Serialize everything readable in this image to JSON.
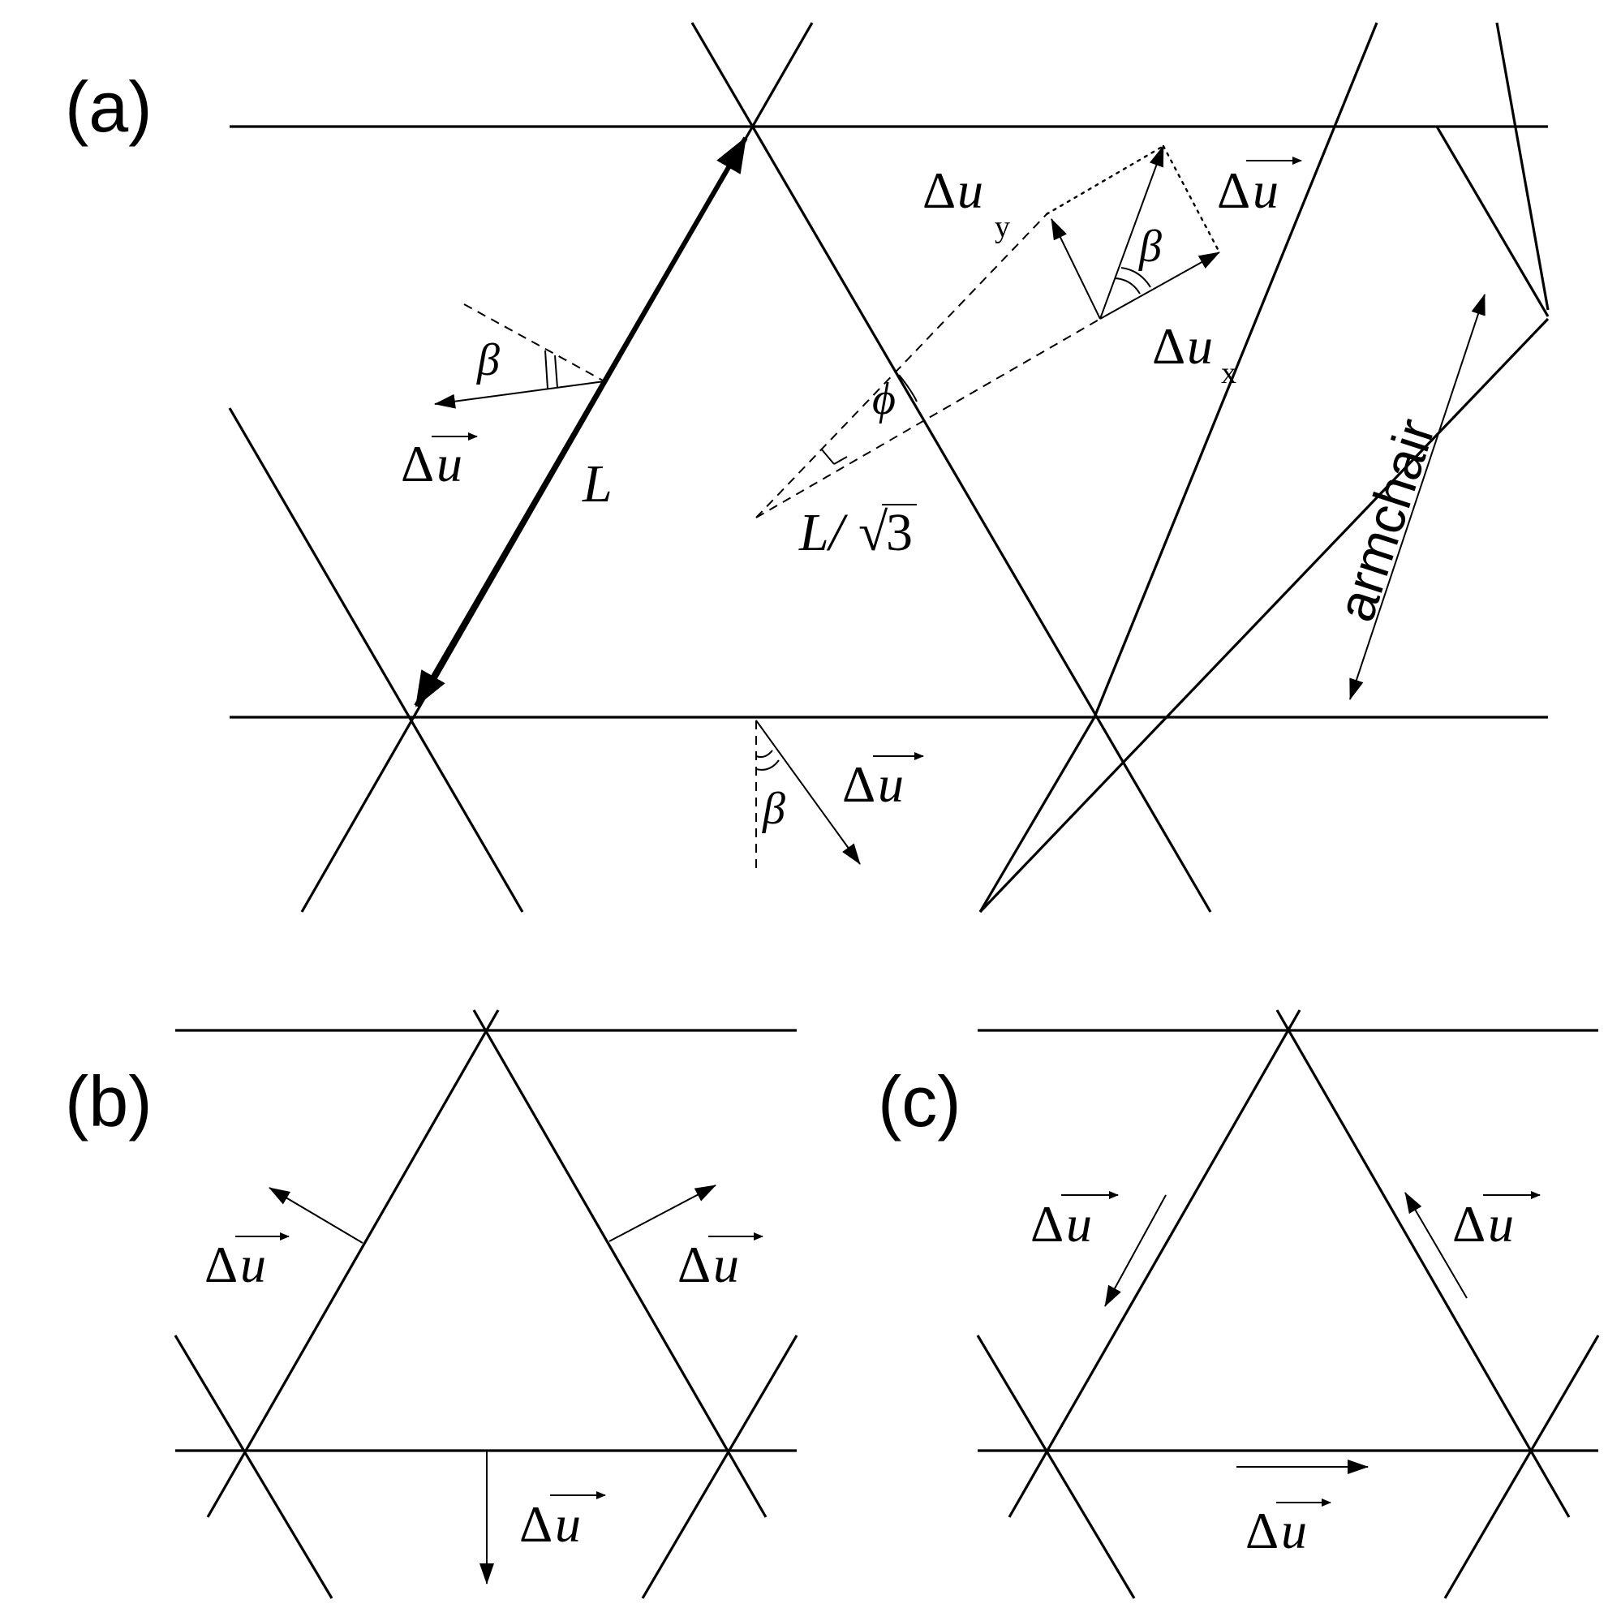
{
  "panels": {
    "a": {
      "label": "(a)"
    },
    "b": {
      "label": "(b)"
    },
    "c": {
      "label": "(c)"
    }
  },
  "symbols": {
    "delta": "Δ",
    "u": "u",
    "beta": "β",
    "phi": "ϕ",
    "L": "L",
    "L_over_root3_prefix": "L/",
    "root_sign": "√",
    "three": "3",
    "sub_x": "x",
    "sub_y": "y"
  },
  "annotations": {
    "armchair": "armchair"
  },
  "colors": {
    "ink": "#000000",
    "background": "#ffffff"
  }
}
